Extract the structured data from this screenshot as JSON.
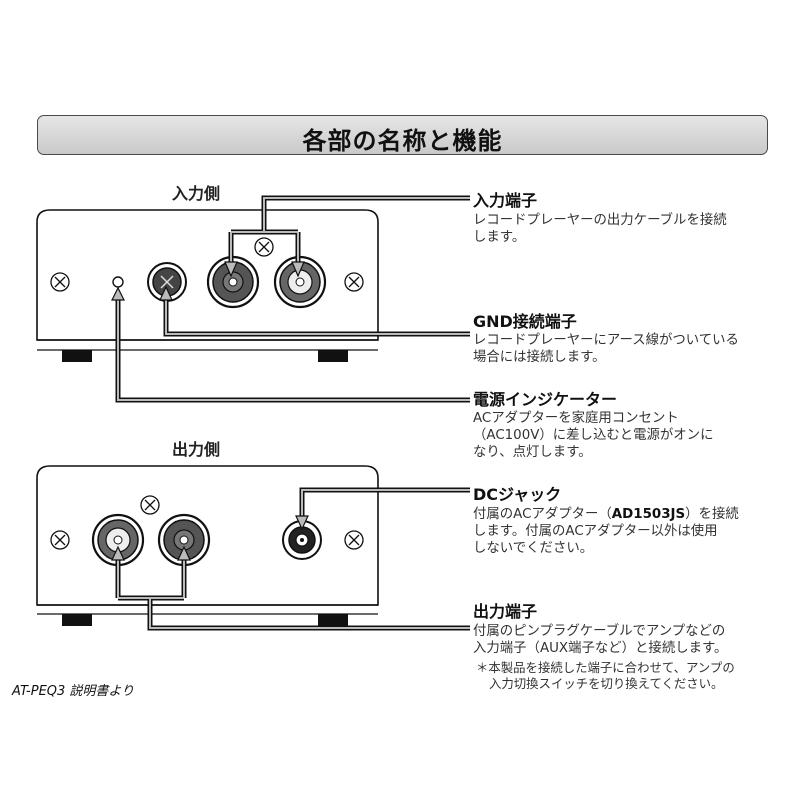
{
  "banner": {
    "title": "各部の名称と機能"
  },
  "labels": {
    "input_side": "入力側",
    "output_side": "出力側"
  },
  "items": [
    {
      "heading": "入力端子",
      "lines": [
        "レコードプレーヤーの出力ケーブルを接続",
        "します。"
      ]
    },
    {
      "heading": "GND接続端子",
      "lines": [
        "レコードプレーヤーにアース線がついている",
        "場合には接続します。"
      ]
    },
    {
      "heading": "電源インジケーター",
      "lines": [
        "ACアダプターを家庭用コンセント",
        "（AC100V）に差し込むと電源がオンに",
        "なり、点灯します。"
      ]
    },
    {
      "heading": "DCジャック",
      "line1_pre": "付属のACアダプター（",
      "line1_model": "AD1503JS",
      "line1_post": "）を接続",
      "lines": [
        "します。付属のACアダプター以外は使用",
        "しないでください。"
      ]
    },
    {
      "heading": "出力端子",
      "lines": [
        "付属のピンプラグケーブルでアンプなどの",
        "入力端子（AUX端子など）と接続します。"
      ],
      "note": [
        "＊本製品を接続した端子に合わせて、アンプの",
        "入力切換スイッチを切り換えてください。"
      ]
    }
  ],
  "caption": "AT-PEQ3  説明書より",
  "colors": {
    "line": "#111111",
    "banner_fill": "#d4d4d4",
    "jack_dark": "#555555",
    "arrow_fill": "#bbbbbb"
  }
}
